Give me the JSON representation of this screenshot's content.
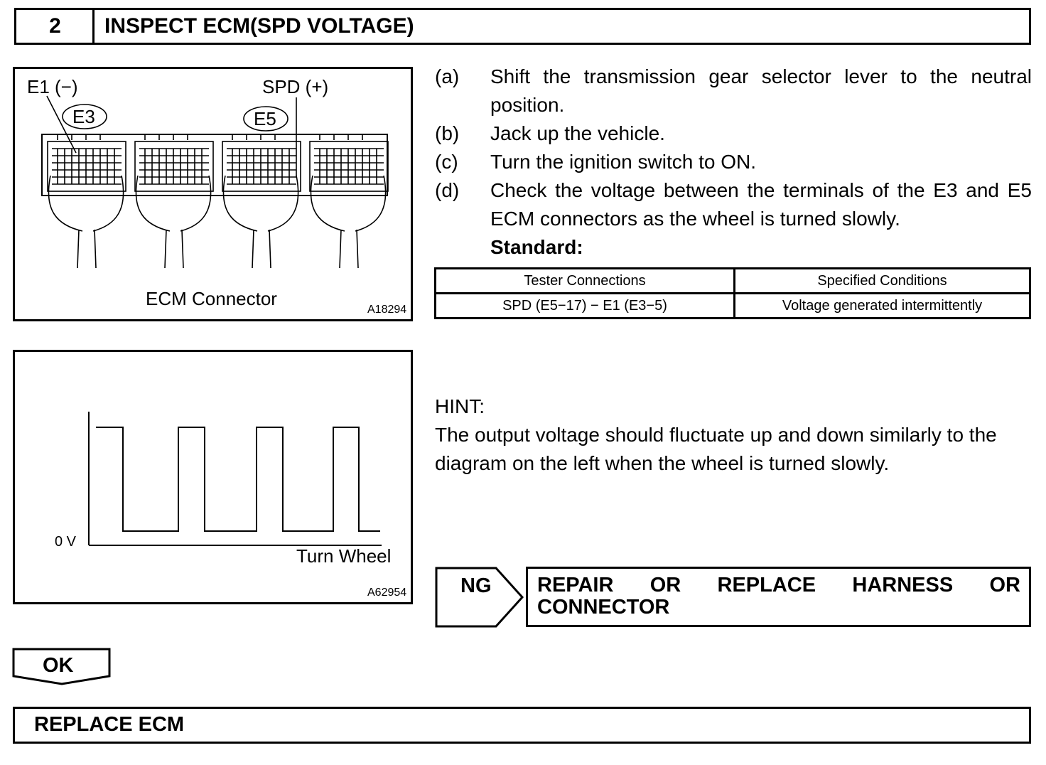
{
  "header": {
    "step_number": "2",
    "title": "INSPECT ECM(SPD VOLTAGE)"
  },
  "figure1": {
    "label_e1": "E1 (−)",
    "label_spd": "SPD (+)",
    "connector_e3": "E3",
    "connector_e5": "E5",
    "caption": "ECM Connector",
    "figure_id": "A18294"
  },
  "steps": [
    {
      "label": "(a)",
      "text": "Shift the transmission gear selector lever to the neutral position."
    },
    {
      "label": "(b)",
      "text": "Jack up the vehicle."
    },
    {
      "label": "(c)",
      "text": "Turn the ignition switch to ON."
    },
    {
      "label": "(d)",
      "text": "Check the voltage between the terminals of the E3 and E5 ECM connectors as the wheel is turned slowly."
    }
  ],
  "standard_label": "Standard:",
  "spec_table": {
    "headers": [
      "Tester Connections",
      "Specified Conditions"
    ],
    "rows": [
      [
        "SPD (E5−17) − E1 (E3−5)",
        "Voltage generated intermittently"
      ]
    ]
  },
  "figure2": {
    "zero_label": "0 V",
    "x_label": "Turn Wheel",
    "figure_id": "A62954"
  },
  "hint": {
    "title": "HINT:",
    "text": "The output voltage should fluctuate up and down similarly to the diagram on the left when the wheel is turned slowly."
  },
  "ng": {
    "label": "NG",
    "action_line1": [
      "REPAIR",
      "OR",
      "REPLACE",
      "HARNESS",
      "OR"
    ],
    "action_line2": "CONNECTOR"
  },
  "ok": {
    "label": "OK"
  },
  "result": {
    "text": "REPLACE ECM"
  }
}
